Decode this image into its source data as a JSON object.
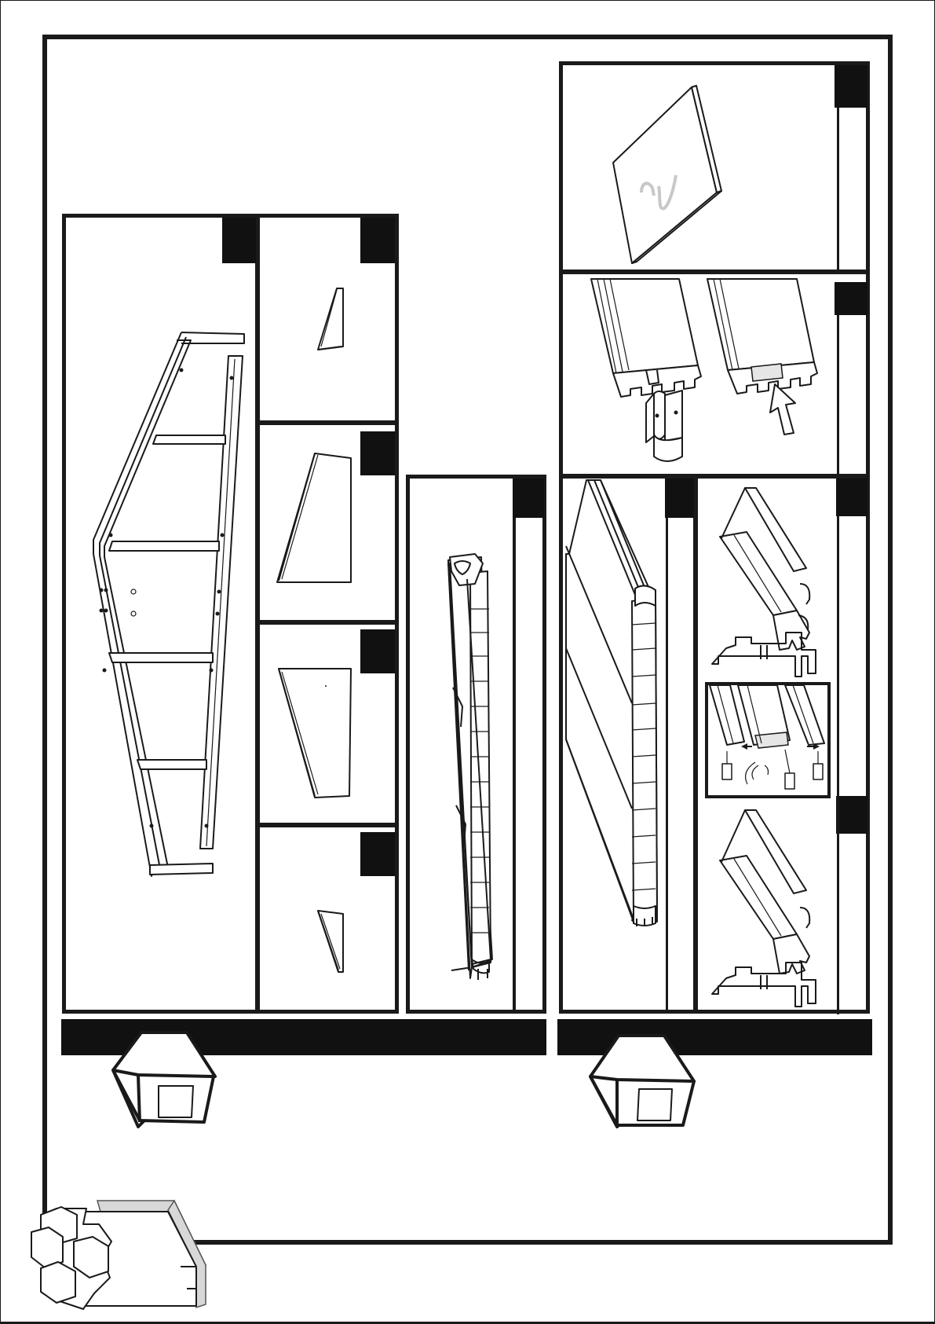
{
  "sheet": {
    "background": "#ffffff",
    "ink": "#1a1a1a",
    "accent_gray": "#cfcfcf"
  },
  "parts": {
    "gable_frame": {
      "icon": "gable-frame-illustration"
    },
    "triangle_small_top": {
      "icon": "small-triangle-panel-illustration"
    },
    "triangle_large": {
      "icon": "large-trapezoid-panel-illustration"
    },
    "triangle_large_mirror": {
      "icon": "mirrored-trapezoid-panel-illustration"
    },
    "triangle_small_bottom": {
      "icon": "small-triangle-panel-illustration"
    },
    "wall_panel_stack": {
      "icon": "interlocking-wall-panel-illustration"
    },
    "roof_sheet": {
      "icon": "roof-sheet-illustration"
    },
    "profile_end_caps": {
      "icon": "profile-end-cap-illustration"
    },
    "long_panel": {
      "icon": "long-panel-illustration"
    },
    "profile_top": {
      "icon": "aluminium-profile-illustration"
    },
    "profile_detail": {
      "icon": "profile-joint-detail-illustration"
    },
    "profile_bottom": {
      "icon": "aluminium-profile-illustration"
    }
  },
  "boxes": {
    "left": {
      "icon": "package-box-icon"
    },
    "right": {
      "icon": "package-box-icon"
    }
  },
  "building": {
    "icon": "shed-building-icon"
  }
}
